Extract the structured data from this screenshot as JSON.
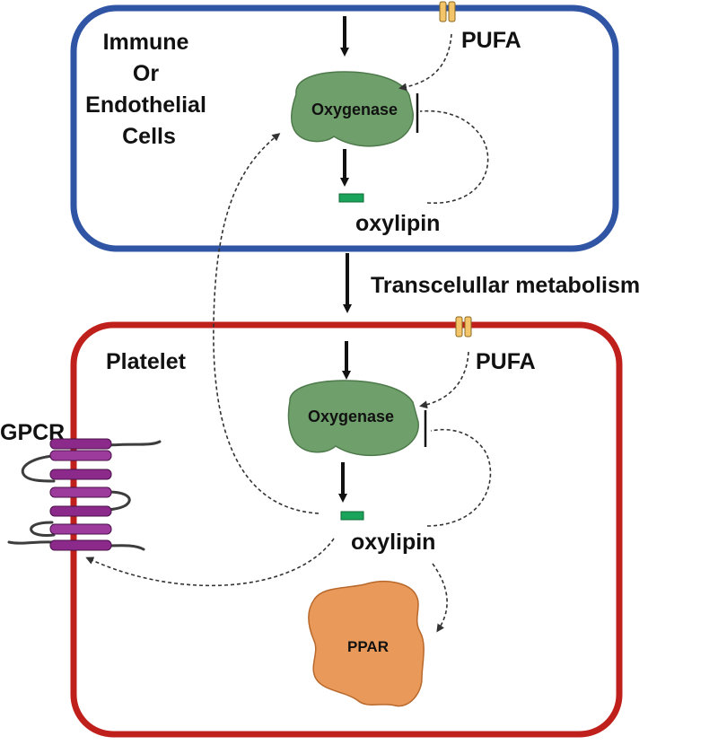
{
  "top_cell": {
    "label_lines": [
      "Immune",
      "Or",
      "Endothelial",
      "Cells"
    ],
    "pufa": "PUFA",
    "enzyme": "Oxygenase",
    "product": "oxylipin",
    "border_color": "#2f55a4"
  },
  "transfer_label": "Transcelullar metabolism",
  "bottom_cell": {
    "label": "Platelet",
    "pufa": "PUFA",
    "enzyme": "Oxygenase",
    "product": "oxylipin",
    "border_color": "#c0201c"
  },
  "receptor_label": "GPCR",
  "nuclear_receptor_label": "PPAR",
  "colors": {
    "enzyme": "#6fa06b",
    "oxylipin": "#1aa35a",
    "channel": "#f3c46a",
    "gpcr": "#8b2a8a",
    "ppar": "#e99a5a"
  },
  "icons": [
    "oxygenase-enzyme-icon",
    "pufa-channel-icon",
    "gpcr-icon",
    "ppar-icon"
  ]
}
